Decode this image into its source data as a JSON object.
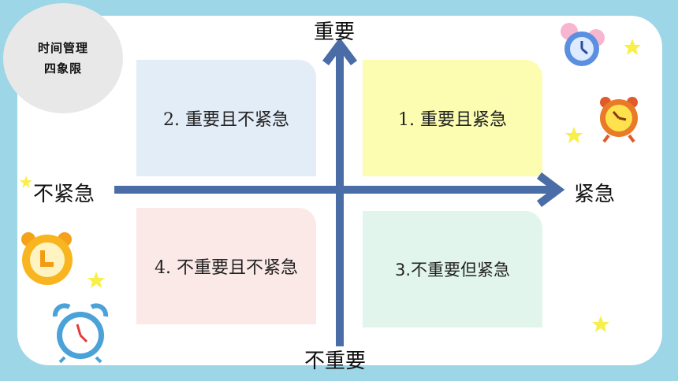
{
  "badge": {
    "line1": "时间管理",
    "line2": "四象限"
  },
  "axes": {
    "top": "重要",
    "bottom": "不重要",
    "left": "不紧急",
    "right": "紧急"
  },
  "quadrants": {
    "q1": "1. 重要且紧急",
    "q2": "2. 重要且不紧急",
    "q3": "3.不重要但紧急",
    "q4": "4. 不重要且不紧急"
  },
  "colors": {
    "background": "#9dd6e6",
    "axis": "#4a6da7",
    "q1": "#fcfdb0",
    "q2": "#e3edf8",
    "q3": "#e2f5ec",
    "q4": "#fbe9e7"
  },
  "decorations": [
    "clock-icon",
    "alarm-clock-icon",
    "star-icon"
  ]
}
